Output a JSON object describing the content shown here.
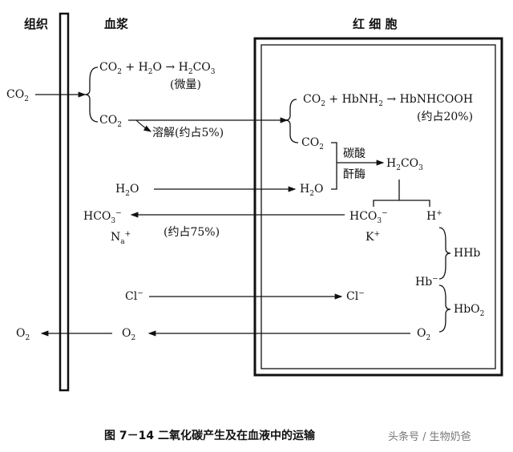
{
  "headers": {
    "tissue": "组织",
    "plasma": "血浆",
    "rbc": "红 细 胞"
  },
  "labels": {
    "co2_tissue": [
      "CO",
      "2"
    ],
    "plasma_eq": [
      [
        "CO"
      ],
      [
        "2",
        "sub"
      ],
      [
        " + H"
      ],
      [
        "2",
        "sub"
      ],
      [
        "O → H"
      ],
      [
        "2",
        "sub"
      ],
      [
        "CO"
      ],
      [
        "3",
        "sub"
      ]
    ],
    "trace": "(微量)",
    "plasma_co2": [
      "CO",
      "2"
    ],
    "dissolve": "溶解(约占5%)",
    "rbc_eq": [
      [
        "CO"
      ],
      [
        "2",
        "sub"
      ],
      [
        " + HbNH"
      ],
      [
        "2",
        "sub"
      ],
      [
        " → HbNHCOOH"
      ]
    ],
    "pct20": "(约占20%)",
    "rbc_co2": [
      "CO",
      "2"
    ],
    "enzyme1": "碳酸",
    "enzyme2": "酐酶",
    "h2co3": [
      [
        "H"
      ],
      [
        "2",
        "sub"
      ],
      [
        "CO"
      ],
      [
        "3",
        "sub"
      ]
    ],
    "h2o_plasma": [
      [
        "H"
      ],
      [
        "2",
        "sub"
      ],
      [
        "O"
      ]
    ],
    "h2o_rbc": [
      [
        "H"
      ],
      [
        "2",
        "sub"
      ],
      [
        "O"
      ]
    ],
    "hco3_plasma": [
      [
        "HCO"
      ],
      [
        "3",
        "sub"
      ],
      [
        "−",
        "sup"
      ]
    ],
    "na": [
      [
        "N"
      ],
      [
        "a",
        "sub"
      ],
      [
        "+",
        "sup"
      ]
    ],
    "pct75": "(约占75%)",
    "hco3_rbc": [
      [
        "HCO"
      ],
      [
        "3",
        "sub"
      ],
      [
        "−",
        "sup"
      ]
    ],
    "k": [
      [
        "K"
      ],
      [
        "+",
        "sup"
      ]
    ],
    "hplus": [
      [
        "H"
      ],
      [
        "+",
        "sup"
      ]
    ],
    "hhb": "HHb",
    "hbminus": [
      [
        "Hb"
      ],
      [
        "−",
        "sup"
      ]
    ],
    "hbo2": [
      [
        "HbO"
      ],
      [
        "2",
        "sub"
      ]
    ],
    "cl_plasma": [
      [
        "Cl"
      ],
      [
        "−",
        "sup"
      ]
    ],
    "cl_rbc": [
      [
        "Cl"
      ],
      [
        "−",
        "sup"
      ]
    ],
    "o2_tissue": [
      [
        "O"
      ],
      [
        "2",
        "sub"
      ]
    ],
    "o2_plasma": [
      [
        "O"
      ],
      [
        "2",
        "sub"
      ]
    ],
    "o2_rbc": [
      [
        "O"
      ],
      [
        "2",
        "sub"
      ]
    ]
  },
  "caption": "图 7－14   二氧化碳产生及在血液中的运输",
  "watermark": "头条号 / 生物奶爸"
}
